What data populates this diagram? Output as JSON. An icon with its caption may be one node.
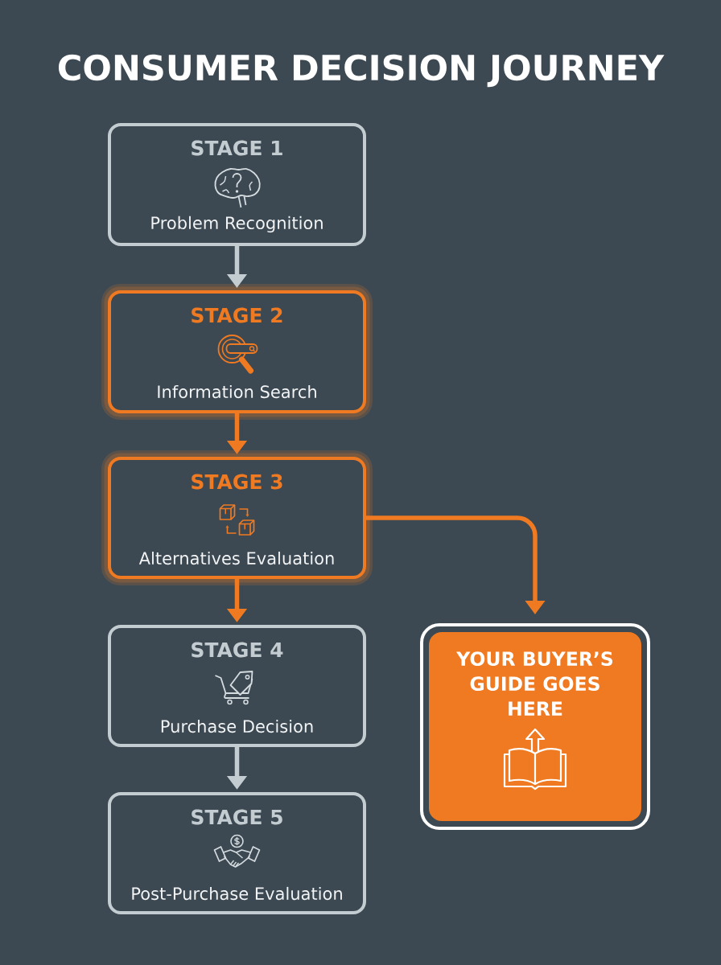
{
  "diagram": {
    "title": "CONSUMER DECISION JOURNEY",
    "nodes": [
      {
        "text": [
          "STAGE 1",
          "Problem Recognition"
        ]
      },
      {
        "text": [
          "STAGE 2",
          "Information Search"
        ]
      },
      {
        "text": [
          "STAGE 3",
          "Alternatives Evaluation"
        ]
      },
      {
        "text": [
          "STAGE 4",
          "Purchase Decision"
        ]
      },
      {
        "text": [
          "STAGE 5",
          "Post-Purchase Evaluation"
        ]
      },
      {
        "text": [
          "YOUR BUYER’S GUIDE GOES HERE"
        ]
      }
    ],
    "edges": [
      {
        "from": 0,
        "to": 1,
        "arrow": "to",
        "color": "#c3ccd1"
      },
      {
        "from": 1,
        "to": 2,
        "arrow": "to"
      },
      {
        "from": 2,
        "to": 3,
        "arrow": "to"
      },
      {
        "from": 2,
        "to": 5,
        "arrow": "to"
      },
      {
        "from": 3,
        "to": 4,
        "arrow": "to",
        "color": "#c3ccd1"
      }
    ]
  }
}
